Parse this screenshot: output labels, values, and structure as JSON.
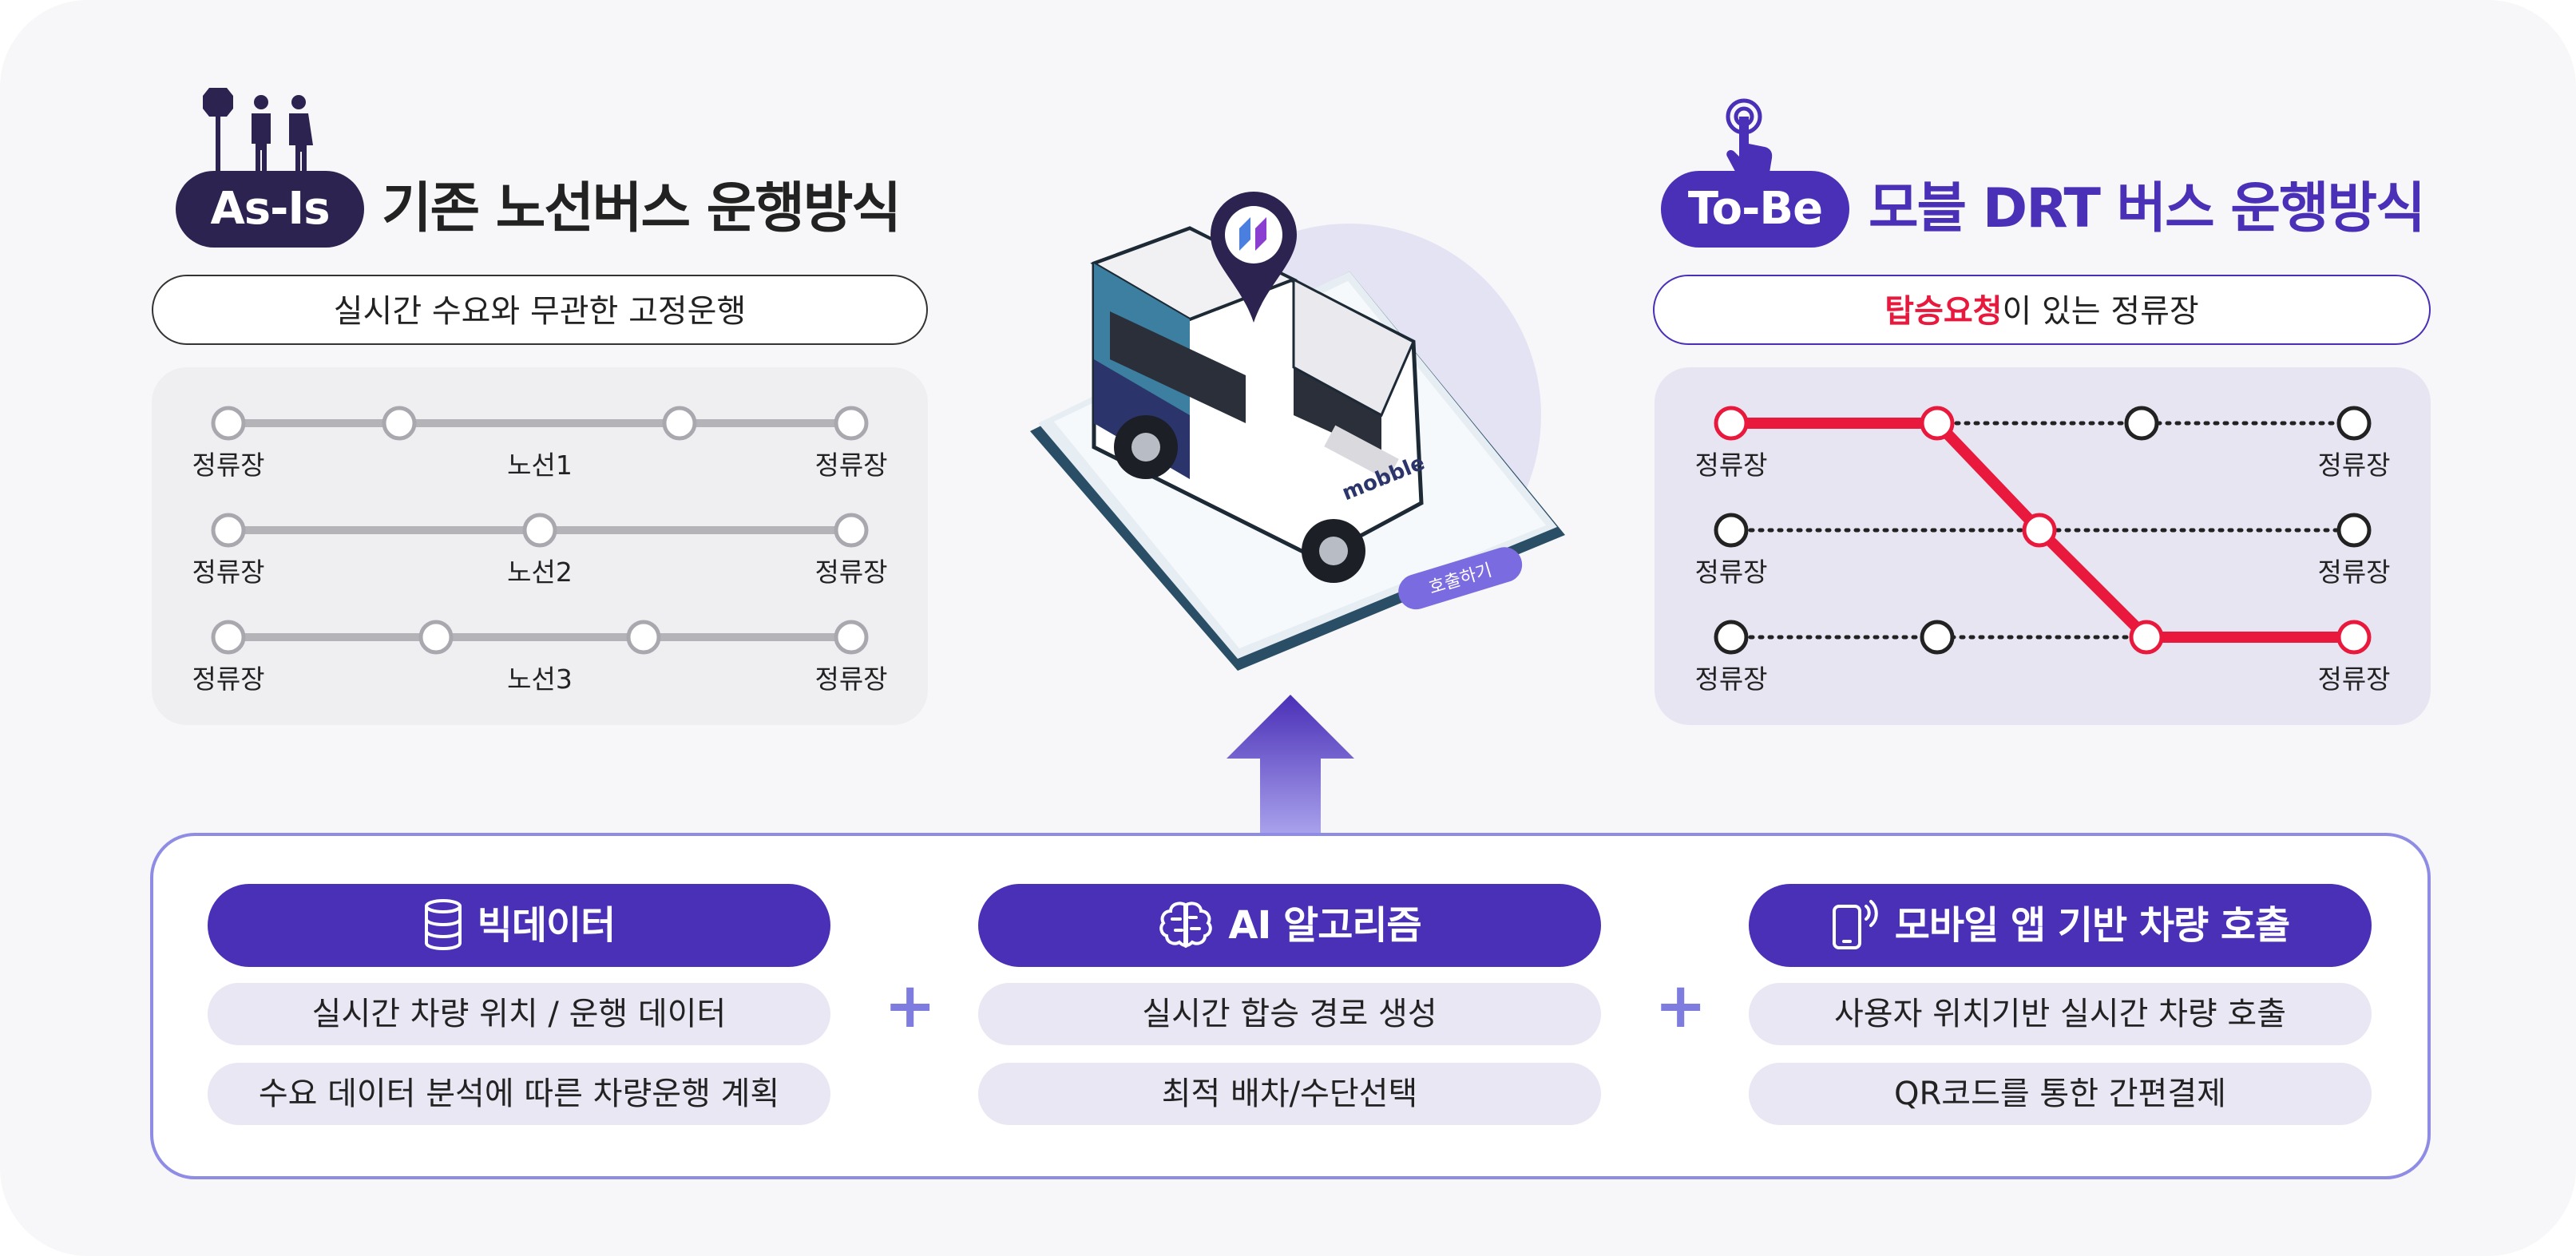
{
  "as_is": {
    "badge": "As-Is",
    "title": "기존 노선버스 운행방식",
    "subtitle": "실시간 수요와 무관한 고정운행",
    "stop_label": "정류장",
    "routes": [
      {
        "name": "노선1",
        "stops": 4
      },
      {
        "name": "노선2",
        "stops": 3
      },
      {
        "name": "노선3",
        "stops": 4
      }
    ]
  },
  "to_be": {
    "badge": "To-Be",
    "title": "모블 DRT 버스 운행방식",
    "subtitle_highlight": "탑승요청",
    "subtitle_rest": "이 있는 정류장",
    "stop_label": "정류장"
  },
  "features": [
    {
      "title": "빅데이터",
      "icon": "database-icon",
      "items": [
        "실시간 차량 위치 / 운행 데이터",
        "수요 데이터 분석에 따른 차량운행 계획"
      ]
    },
    {
      "title": "AI 알고리즘",
      "icon": "brain-icon",
      "items": [
        "실시간 합승 경로 생성",
        "최적 배차/수단선택"
      ]
    },
    {
      "title": "모바일 앱 기반 차량 호출",
      "icon": "smartphone-icon",
      "items": [
        "사용자 위치기반 실시간 차량 호출",
        "QR코드를 통한 간편결제"
      ]
    }
  ],
  "plus_sign": "+",
  "illustration": {
    "van_brand": "mobble",
    "phone_button": "호출하기"
  },
  "colors": {
    "primary": "#4a2fb7",
    "dark": "#2c2350",
    "route_active": "#e8193c",
    "route_fixed": "#b3b3b8",
    "accent_light": "#8f8ce6"
  }
}
